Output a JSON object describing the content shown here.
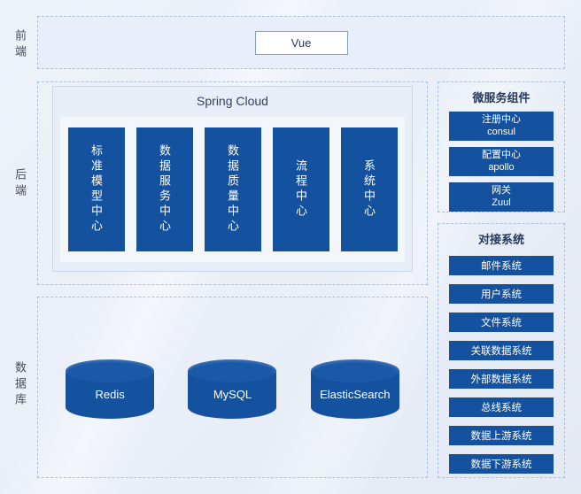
{
  "colors": {
    "primary": "#14519e",
    "dash_border": "#a6c1e2",
    "panel_fill": "#e7eef8"
  },
  "side_labels": {
    "frontend": "前端",
    "backend": "后端",
    "database": "数据库"
  },
  "frontend": {
    "node": "Vue"
  },
  "backend": {
    "title": "Spring Cloud",
    "centers": [
      "标准模型中心",
      "数据服务中心",
      "数据质量中心",
      "流程中心",
      "系统中心"
    ]
  },
  "microservices": {
    "title": "微服务组件",
    "items": [
      {
        "name": "注册中心",
        "tech": "consul"
      },
      {
        "name": "配置中心",
        "tech": "apollo"
      },
      {
        "name": "网关",
        "tech": "Zuul"
      }
    ]
  },
  "integrations": {
    "title": "对接系统",
    "items": [
      "邮件系统",
      "用户系统",
      "文件系统",
      "关联数据系统",
      "外部数据系统",
      "总线系统",
      "数据上游系统",
      "数据下游系统"
    ]
  },
  "databases": {
    "items": [
      "Redis",
      "MySQL",
      "ElasticSearch"
    ]
  }
}
